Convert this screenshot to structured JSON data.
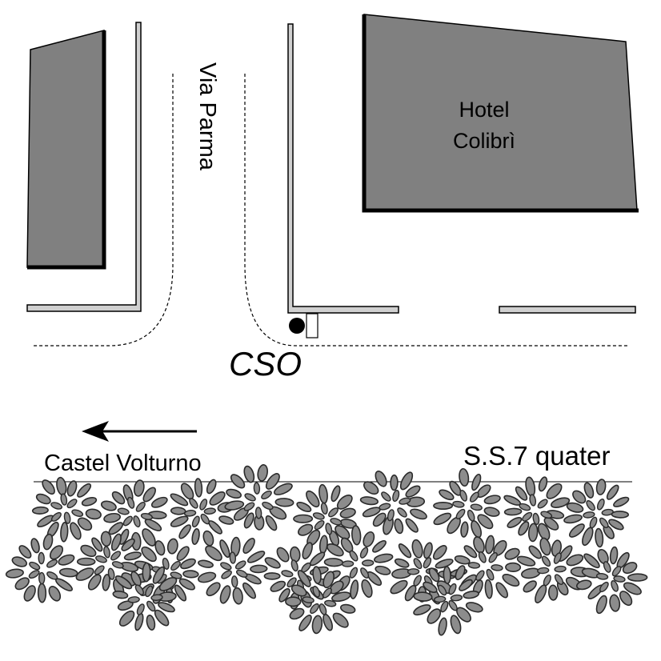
{
  "labels": {
    "street": "Via Parma",
    "hotel_line1": "Hotel",
    "hotel_line2": "Colibrì",
    "cso": "CSO",
    "direction": "Castel Volturno",
    "highway": "S.S.7 quater"
  },
  "icons": {
    "arrow": "arrow-left-icon",
    "cso_marker": "cso-marker-icon",
    "vegetation": "vegetation-icon"
  },
  "colors": {
    "building_fill": "#808080",
    "building_outline": "#000000",
    "sidewalk_fill": "#d0d0d0",
    "vegetation_fill": "#8c8c8c",
    "vegetation_outline": "#2a2a2a",
    "line": "#000000",
    "background": "#ffffff"
  }
}
